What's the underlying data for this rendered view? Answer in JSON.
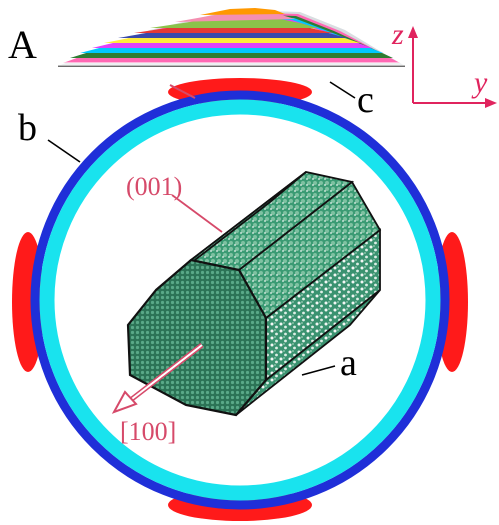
{
  "figure": {
    "panel_label": "A",
    "labels": {
      "a": "a",
      "b": "b",
      "c": "c",
      "facet": "(001)",
      "direction": "[100]"
    },
    "axes": {
      "z": "z",
      "y": "y"
    },
    "colors": {
      "ring_outer_blue": "#1f2fd8",
      "ring_inner_cyan": "#19e3ee",
      "lobes_red": "#ff1a1a",
      "crystal_face": "#2f7a5c",
      "crystal_side": "#2f8f6a",
      "annotation_red": "#d64a6a",
      "axes_red": "#e0245e",
      "ink": "#000000"
    },
    "layer_colors": [
      "#e53935",
      "#2e7d32",
      "#00c8ff",
      "#e040fb",
      "#ffeb3b",
      "#3949ab",
      "#ff9800",
      "#f48fb1",
      "#1b5e20",
      "#8bc34a"
    ]
  }
}
